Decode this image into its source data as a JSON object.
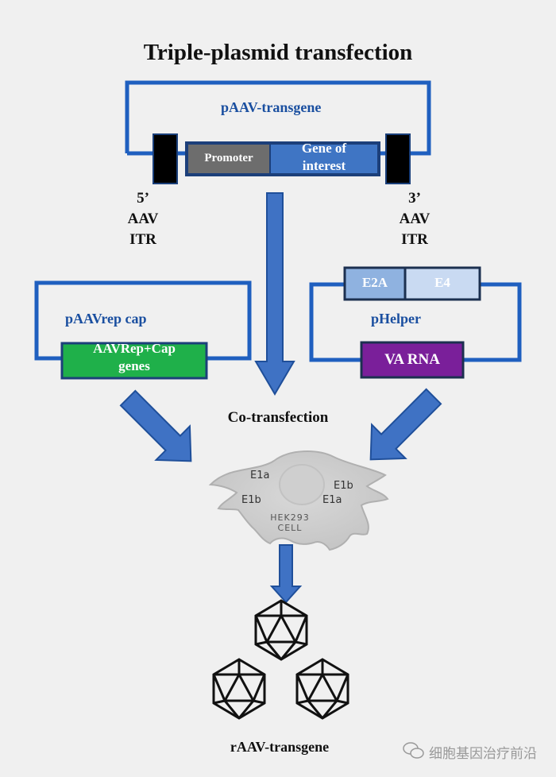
{
  "title": "Triple-plasmid transfection",
  "colors": {
    "background": "#f0f0f0",
    "plasmid_line": "#1f5fbf",
    "arrow_fill": "#3f72c4",
    "promoter": "#6d6d6d",
    "gene_of_interest": "#3f75c4",
    "itr_block": "#000000",
    "rep_cap": "#1fb04a",
    "e2a": "#8fb2e0",
    "e4": "#c9daf2",
    "va_rna": "#7a1f9a"
  },
  "pAAV_transgene": {
    "label": "pAAV-transgene",
    "promoter": "Promoter",
    "gene_line1": "Gene of",
    "gene_line2": "interest",
    "itr_left": [
      "5’",
      "AAV",
      "ITR"
    ],
    "itr_right": [
      "3’",
      "AAV",
      "ITR"
    ]
  },
  "pAAVrepcap": {
    "label": "pAAVrep cap",
    "gene_line1": "AAVRep+Cap",
    "gene_line2": "genes"
  },
  "pHelper": {
    "label": "pHelper",
    "e2a": "E2A",
    "e4": "E4",
    "va_rna": "VA RNA"
  },
  "cotransfection": "Co-transfection",
  "cell": {
    "labels": [
      "E1a",
      "E1b",
      "E1b",
      "E1a"
    ],
    "name_line1": "HEK293",
    "name_line2": "CELL"
  },
  "product": "rAAV-transgene",
  "watermark": "细胞基因治疗前沿"
}
